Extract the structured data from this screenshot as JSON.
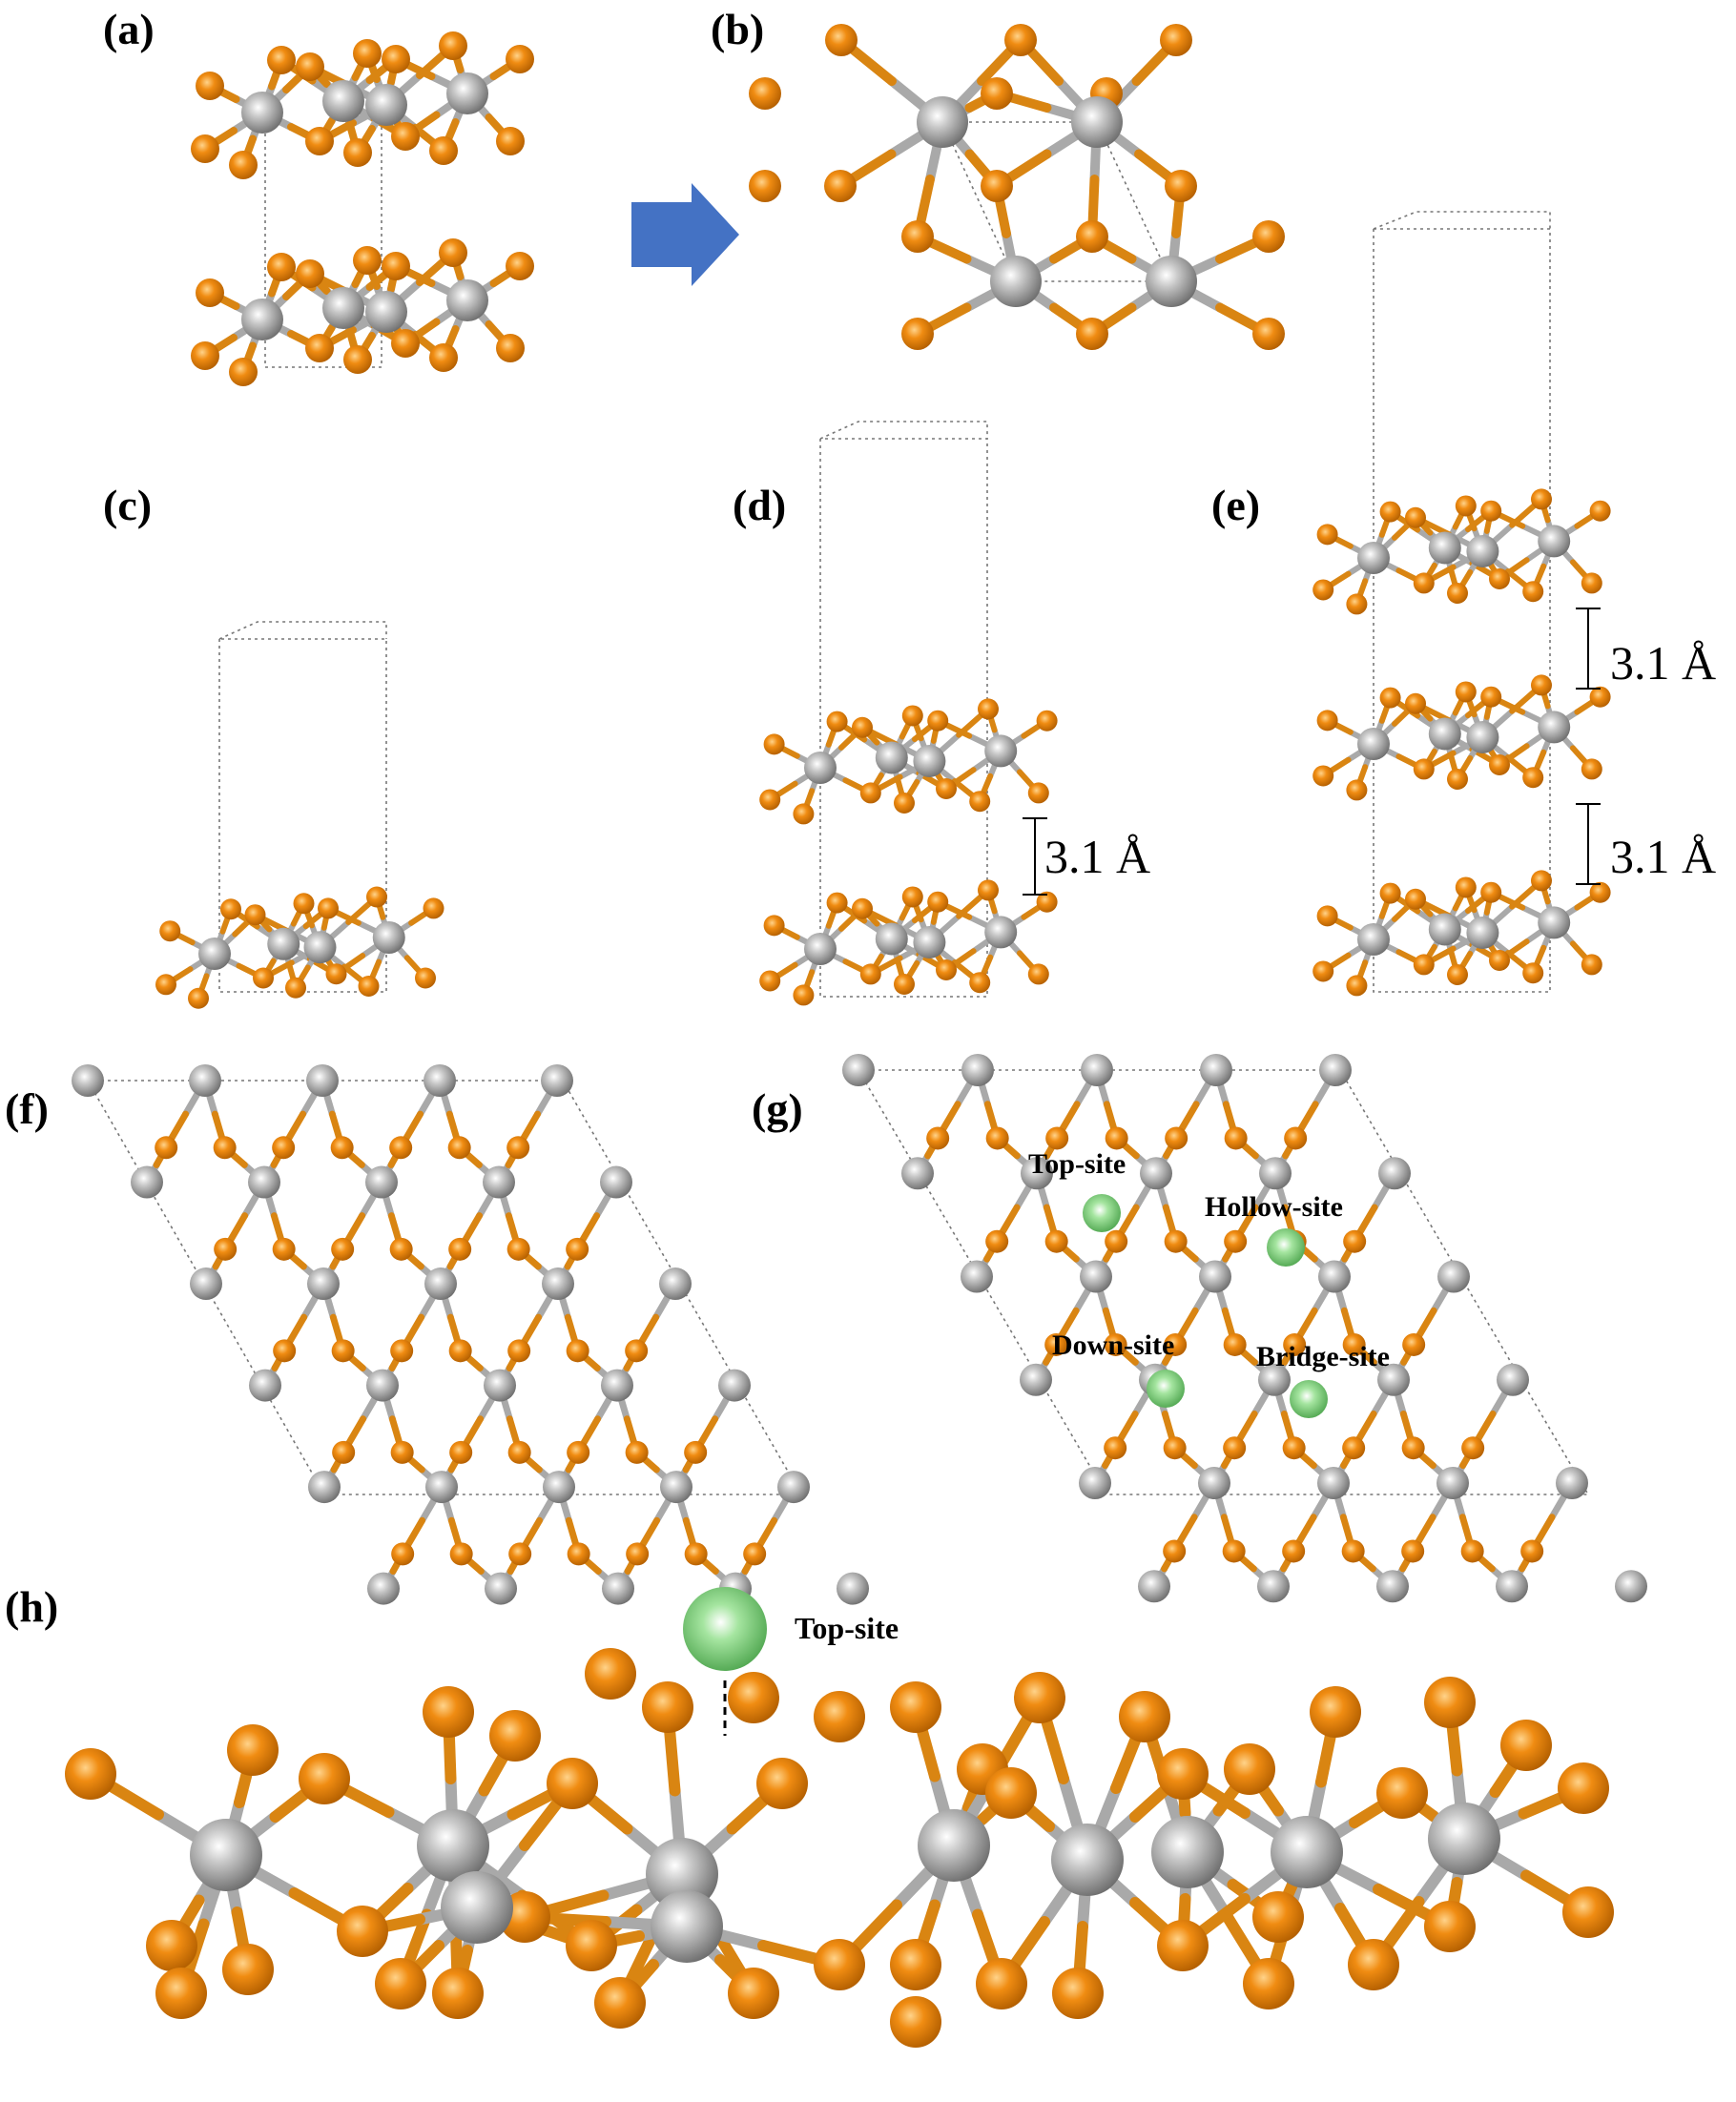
{
  "panels": {
    "a": "(a)",
    "b": "(b)",
    "c": "(c)",
    "d": "(d)",
    "e": "(e)",
    "f": "(f)",
    "g": "(g)",
    "h": "(h)"
  },
  "distances": {
    "d_gap": "3.1 Å",
    "e_gap_top": "3.1 Å",
    "e_gap_bottom": "3.1 Å"
  },
  "sites": {
    "top": "Top-site",
    "hollow": "Hollow-site",
    "down": "Down-site",
    "bridge": "Bridge-site",
    "h_top": "Top-site"
  },
  "colors": {
    "transition_metal": "#9b9b9b",
    "chalcogen": "#e08a10",
    "adsorbate": "#7fd47f",
    "arrow": "#4472c4"
  }
}
